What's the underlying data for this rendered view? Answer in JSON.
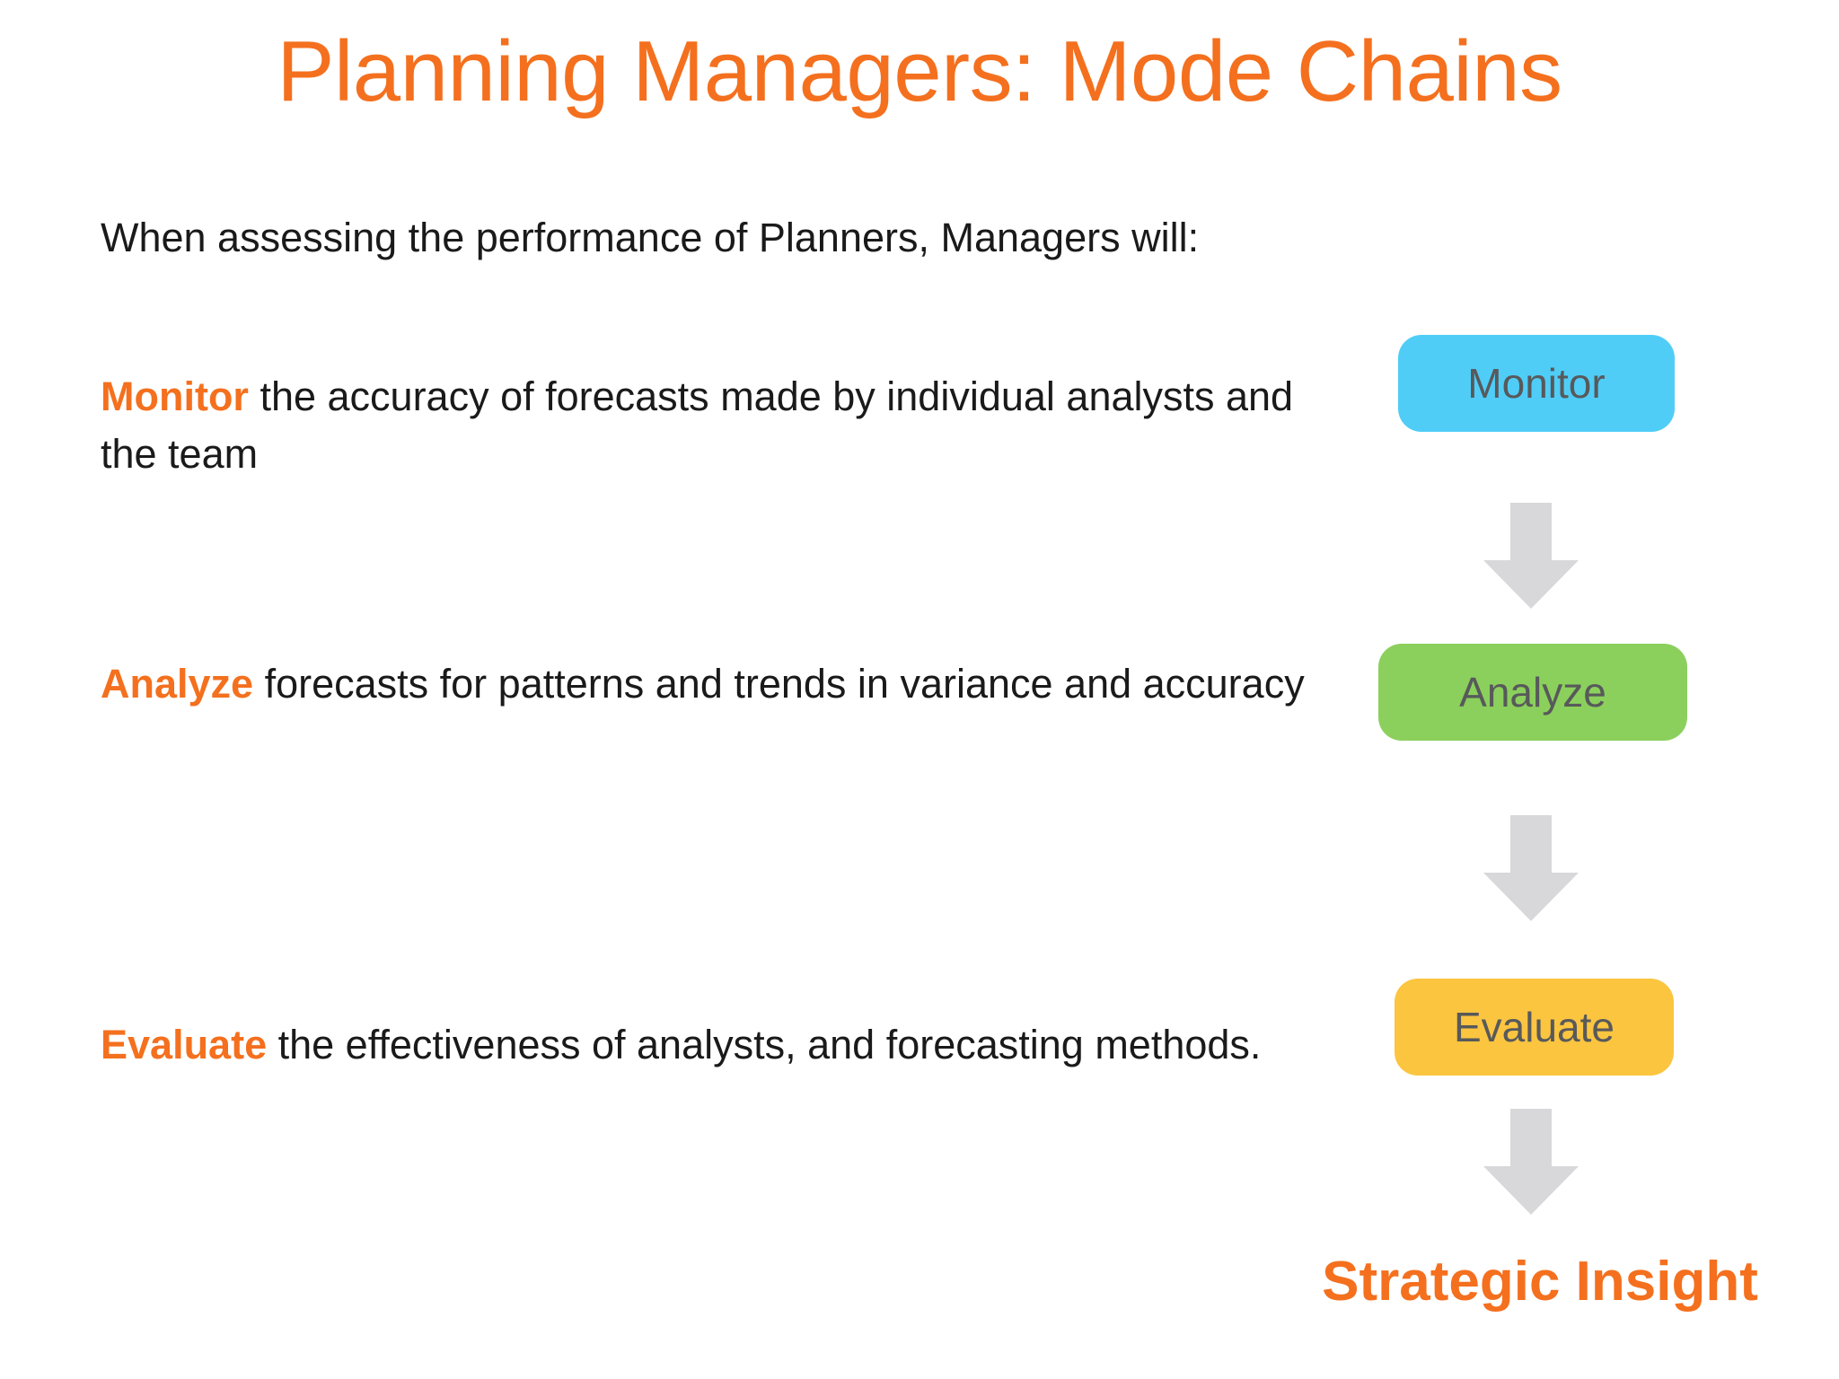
{
  "slide": {
    "title": "Planning Managers: Mode Chains",
    "lead_text": "When assessing the performance of Planners, Managers will:",
    "bullets": [
      {
        "keyword": "Monitor",
        "rest": " the accuracy of forecasts made by individual analysts and the team"
      },
      {
        "keyword": "Analyze",
        "rest": " forecasts for patterns and trends in variance and accuracy"
      },
      {
        "keyword": "Evaluate",
        "rest": " the effectiveness of analysts, and forecasting methods."
      }
    ],
    "chain": {
      "nodes": [
        {
          "label": "Monitor",
          "color": "#4FCDF7"
        },
        {
          "label": "Analyze",
          "color": "#8BD05C"
        },
        {
          "label": "Evaluate",
          "color": "#FBC540"
        }
      ],
      "arrow_color": "#D8D8DA",
      "outcome": "Strategic Insight"
    }
  },
  "colors": {
    "accent_orange": "#F4701E",
    "body_text": "#1a1a1a",
    "node_text": "#58595B",
    "background": "#FFFFFF"
  }
}
